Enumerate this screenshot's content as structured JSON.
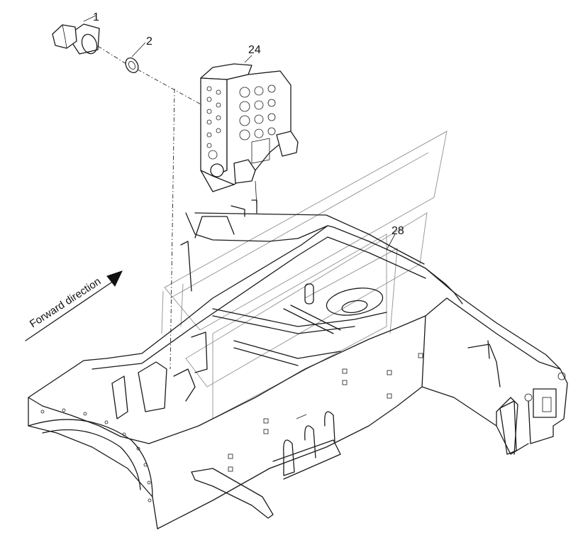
{
  "diagram": {
    "callouts": [
      {
        "id": "callout-1",
        "label": "1"
      },
      {
        "id": "callout-2",
        "label": "2"
      },
      {
        "id": "callout-24",
        "label": "24"
      },
      {
        "id": "callout-28",
        "label": "28"
      }
    ],
    "direction_label": "Forward direction"
  },
  "colors": {
    "line": "#1a1a1a",
    "watermark": "#9a9a9a",
    "background": "#ffffff"
  }
}
